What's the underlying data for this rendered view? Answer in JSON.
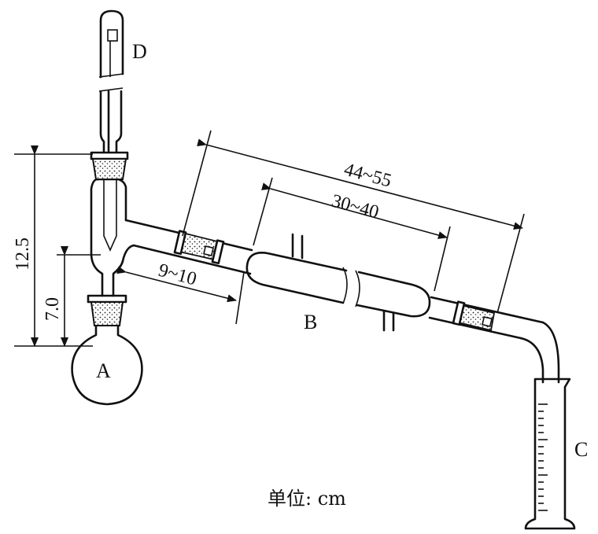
{
  "labels": {
    "flask": "A",
    "condenser": "B",
    "cylinder": "C",
    "top_tube": "D"
  },
  "dimensions": {
    "total_length": "44~55",
    "condenser_length": "30~40",
    "side_arm_length": "9~10",
    "height_total": "12.5",
    "height_lower": "7.0"
  },
  "unit_note": "单位: cm"
}
